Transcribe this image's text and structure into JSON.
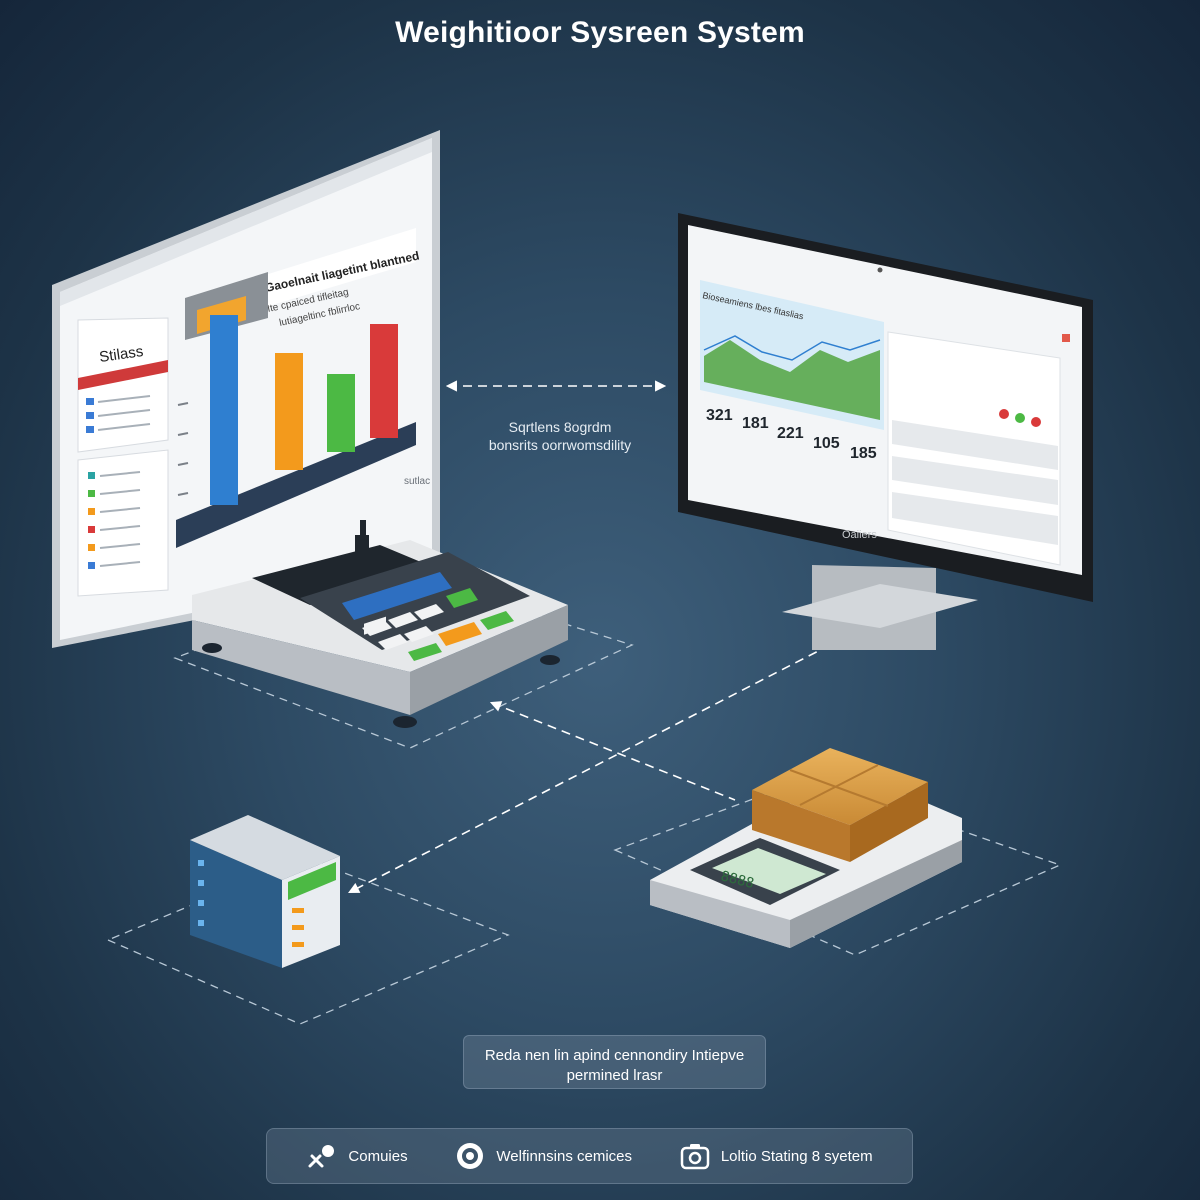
{
  "title": "Weighitioor Sysreen System",
  "left_monitor": {
    "sidebar_title": "Stilass",
    "header_line1": "Gaoelnait liagetint blantned",
    "header_line2": "Ite cpaiced tifleitag",
    "header_line3": "lutiageltinc fblirrloc",
    "side_tag": "sutlac",
    "bar_chart": {
      "type": "bar",
      "values": [
        95,
        78,
        52,
        76
      ],
      "colors": [
        "#2f7fd0",
        "#f39a1c",
        "#4cb944",
        "#d93a3a"
      ]
    }
  },
  "right_monitor": {
    "brand": "Oaiiers",
    "chart_title": "Bioseamiens lbes fitaslias",
    "stats": [
      "321",
      "181",
      "221",
      "105",
      "185"
    ],
    "status_dots": [
      "#d93a3a",
      "#4cb944",
      "#d93a3a"
    ]
  },
  "middle_label": {
    "line1": "Sqrtlens 8ogrdm",
    "line2": "bonsrits oorrwomsdility"
  },
  "note": {
    "line1": "Reda nen lin apind cennondiry Intiepve",
    "line2": "permined lrasr"
  },
  "legend": [
    {
      "icon": "plug-icon",
      "label": "Comuies"
    },
    {
      "icon": "target-icon",
      "label": "Welfinnsins cemices"
    },
    {
      "icon": "camera-icon",
      "label": "Loltio Stating 8 syetem"
    }
  ]
}
